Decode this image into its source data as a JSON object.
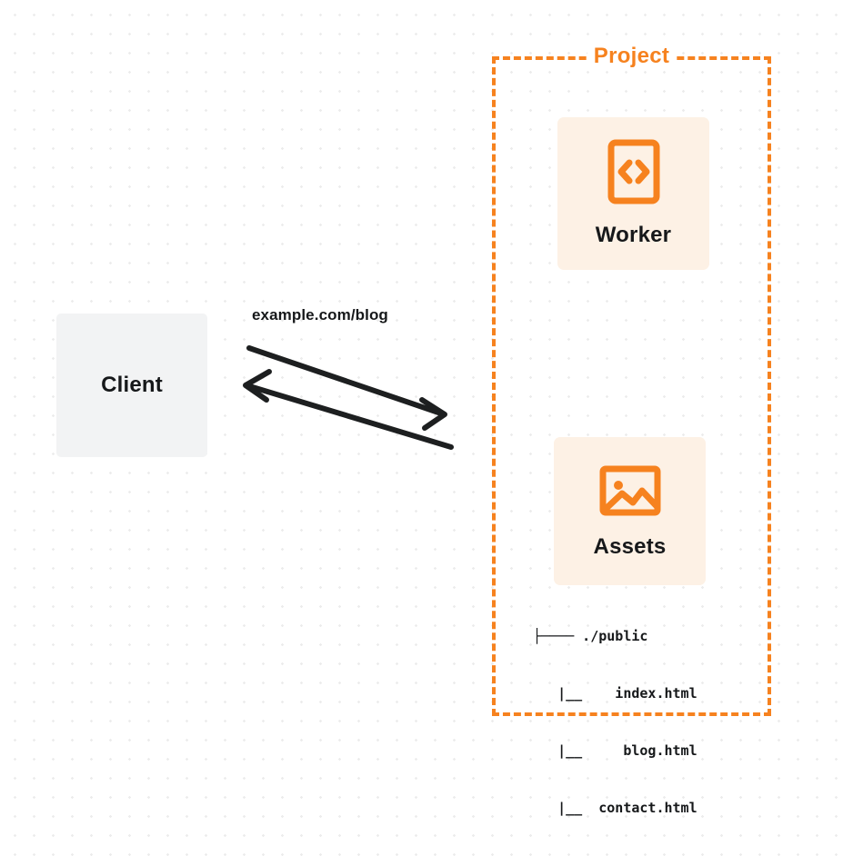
{
  "diagram": {
    "type": "architecture-flow",
    "background": {
      "style": "dot-grid",
      "dot_color": "#ececec",
      "page_color": "#ffffff"
    },
    "colors": {
      "accent_orange": "#f6821f",
      "card_fill": "#fdf1e5",
      "client_fill": "#f2f3f4",
      "text_dark": "#16181a",
      "arrow": "#1d1f20"
    },
    "nodes": {
      "client": {
        "label": "Client",
        "fill": "#f2f3f4"
      },
      "worker": {
        "label": "Worker",
        "icon": "code-brackets-icon",
        "fill": "#fdf1e5"
      },
      "assets": {
        "label": "Assets",
        "icon": "image-picture-icon",
        "fill": "#fdf1e5"
      }
    },
    "container": {
      "label": "Project",
      "border_style": "dashed",
      "border_color": "#f6821f"
    },
    "file_tree": {
      "lines": [
        "├──── ./public",
        "   |__    index.html",
        "   |__     blog.html",
        "   |__  contact.html"
      ],
      "entries": [
        "./public",
        "index.html",
        "blog.html",
        "contact.html"
      ]
    },
    "edges": [
      {
        "name": "request",
        "label": "example.com/blog",
        "from": "client",
        "to": "project",
        "direction": "right"
      },
      {
        "name": "response",
        "label": "",
        "from": "project",
        "to": "client",
        "direction": "left"
      }
    ]
  }
}
